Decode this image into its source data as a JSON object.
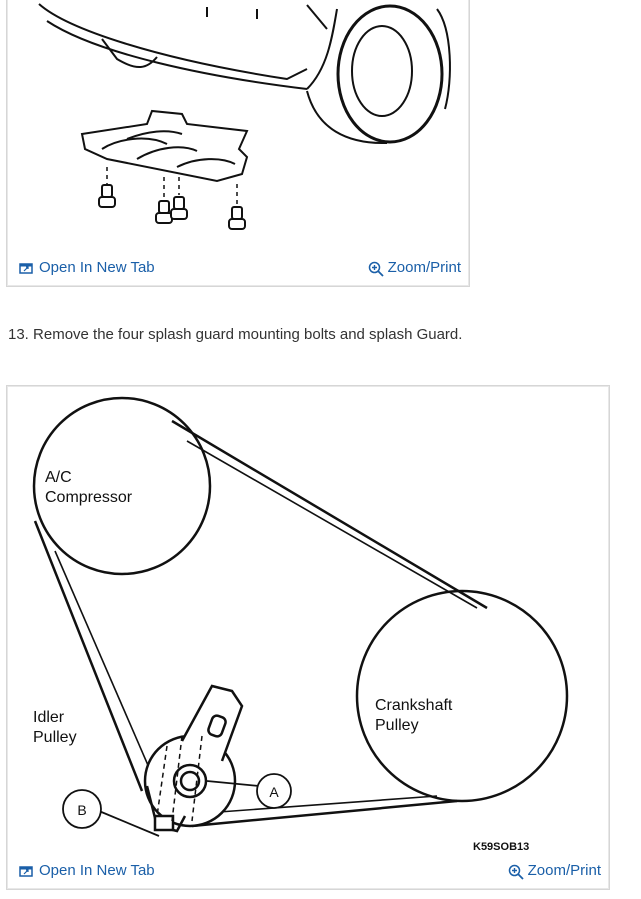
{
  "figure1": {
    "open_tab_label": "Open In New Tab",
    "zoom_label": "Zoom/Print",
    "open_tab_icon": "external-window-icon",
    "zoom_icon": "zoom-plus-icon"
  },
  "step": {
    "text": "13. Remove the four splash guard mounting bolts and splash Guard."
  },
  "figure2": {
    "labels": {
      "ac_compressor": "A/C\nCompressor",
      "crankshaft_pulley": "Crankshaft\nPulley",
      "idler_pulley": "Idler\nPulley",
      "callout_a": "A",
      "callout_b": "B"
    },
    "figure_code": "K59SOB13",
    "open_tab_label": "Open In New Tab",
    "zoom_label": "Zoom/Print",
    "open_tab_icon": "external-window-icon",
    "zoom_icon": "zoom-plus-icon"
  },
  "colors": {
    "link": "#1a5fa8",
    "border": "#d6d6d6",
    "text": "#333333"
  }
}
